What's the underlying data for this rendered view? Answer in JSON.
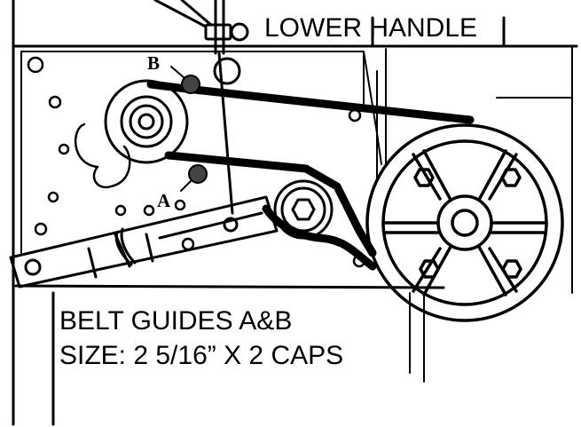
{
  "diagram": {
    "labels": {
      "lower_handle": "LOWER HANDLE",
      "guide_a": "A",
      "guide_b": "B",
      "note_line1": "BELT GUIDES A&B",
      "note_line2": "SIZE: 2 5/16” X 2 CAPS"
    }
  }
}
